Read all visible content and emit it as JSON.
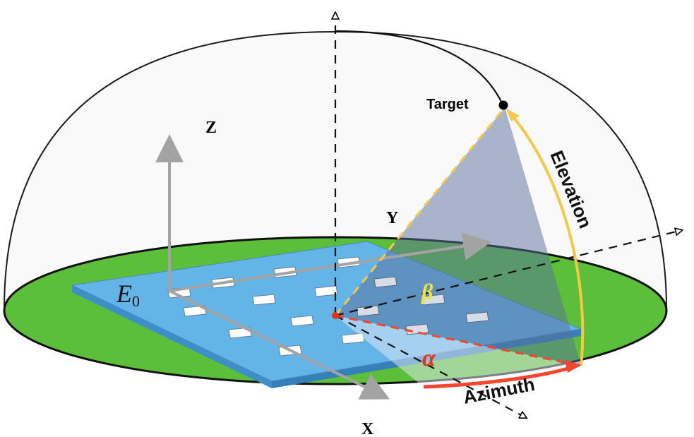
{
  "labels": {
    "target": "Target",
    "z": "Z",
    "y": "Y",
    "x": "X",
    "e0_main": "E",
    "e0_sub": "0",
    "beta": "β",
    "alpha": "α",
    "elevation": "Elevation",
    "azimuth": "Azimuth"
  },
  "colors": {
    "ground": "#5bbf3a",
    "array_top": "#62b5e6",
    "array_side": "#3c8fc9",
    "elevation": "#f7c846",
    "azimuth": "#f2462e",
    "alpha_text": "#e8301f",
    "beta_text": "#f2e23a",
    "local_axes": "#a3a3a3",
    "dashed_axes": "#111111",
    "elevation_plane": "#5a6f9a"
  }
}
